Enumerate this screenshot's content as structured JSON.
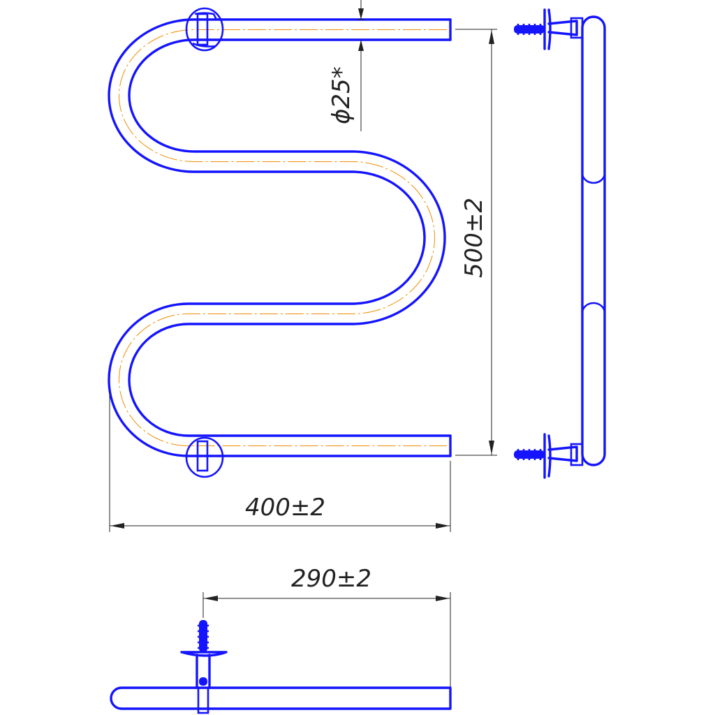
{
  "dimensions": {
    "diameter": "ϕ25*",
    "height": "500±2",
    "width": "400±2",
    "depth": "290±2"
  },
  "colors": {
    "outline": "#1414ff",
    "centerline": "#f08c00",
    "dimension": "#222222"
  }
}
